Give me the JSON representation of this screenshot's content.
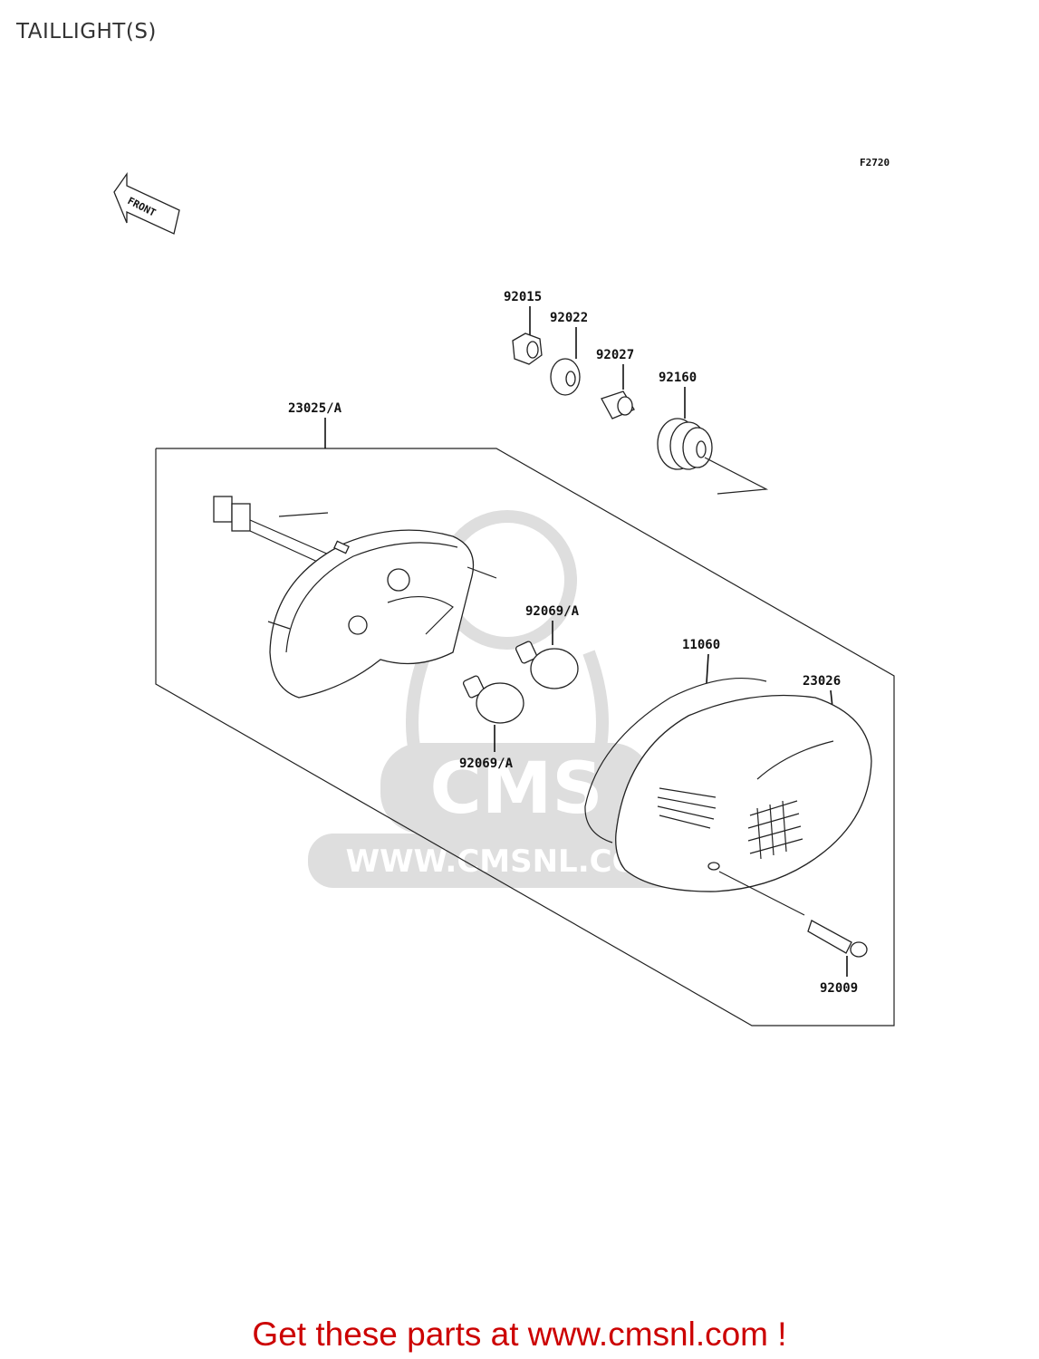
{
  "title": "TAILLIGHT(S)",
  "figure_code": "F2720",
  "front_label": "FRONT",
  "parts": [
    {
      "number": "92015"
    },
    {
      "number": "92022"
    },
    {
      "number": "92027"
    },
    {
      "number": "92160"
    },
    {
      "number": "23025/A"
    },
    {
      "number": "92069/A"
    },
    {
      "number": "92069/A"
    },
    {
      "number": "11060"
    },
    {
      "number": "23026"
    },
    {
      "number": "92009"
    }
  ],
  "watermark": {
    "logo_text": "CMS",
    "site_text": "WWW.CMSNL.COM"
  },
  "footer": {
    "text": "Get these parts at www.cmsnl.com !",
    "color": "#cc0000"
  }
}
